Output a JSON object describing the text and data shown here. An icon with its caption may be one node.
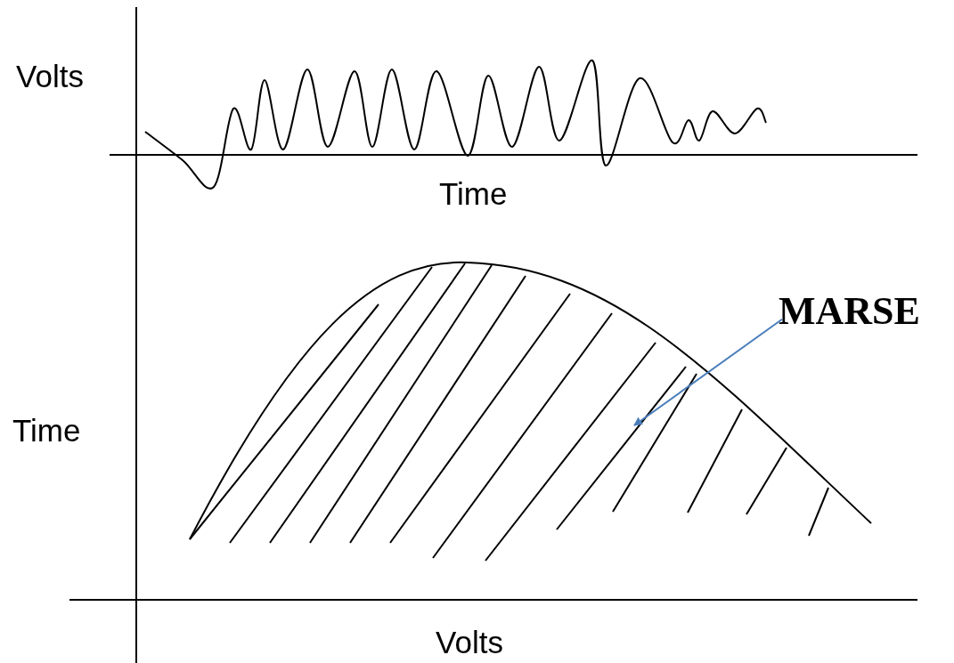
{
  "diagram": {
    "nodes": [
      {
        "text": [
          "MARSE"
        ]
      },
      {
        "text": [],
        "shape": "picture"
      }
    ],
    "edges": [
      {
        "from": 0,
        "to": 1,
        "arrow": "to"
      }
    ],
    "labels": [
      "Volts",
      "Time",
      "Time",
      "Volts"
    ]
  }
}
